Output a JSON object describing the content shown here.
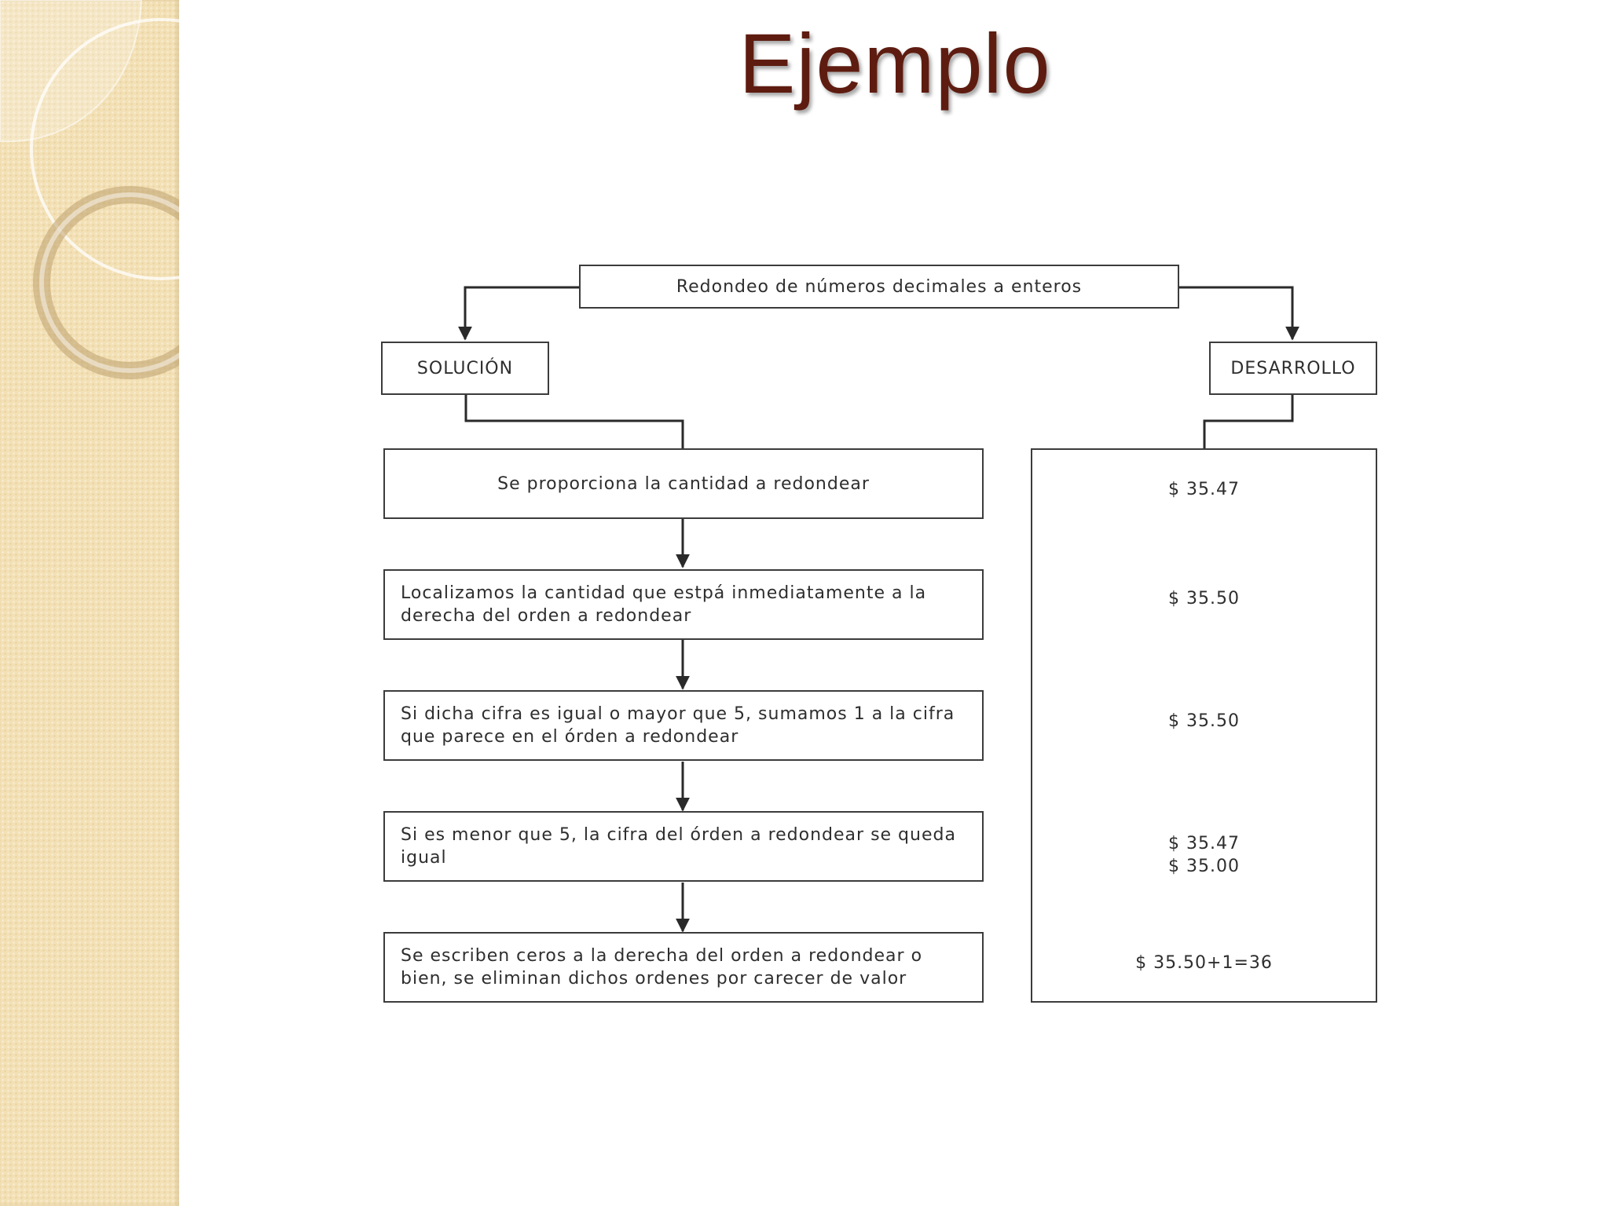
{
  "slide": {
    "title": "Ejemplo"
  },
  "diagram": {
    "root": "Redondeo de números decimales a enteros",
    "left_branch": "SOLUCIÓN",
    "right_branch": "DESARROLLO",
    "steps": [
      "Se proporciona la cantidad a redondear",
      "Localizamos la cantidad que estpá inmediatamente a la derecha del orden a redondear",
      "Si dicha cifra es igual o mayor que 5, sumamos 1 a la cifra que parece en el órden a redondear",
      "Si es menor que 5, la cifra del órden a redondear se queda igual",
      "Se escriben ceros a la derecha del orden a redondear o bien, se eliminan dichos ordenes por carecer de valor"
    ],
    "development_values": [
      "$ 35.47",
      "$ 35.50",
      "$ 35.50",
      "$ 35.47",
      "$ 35.00",
      "$ 35.50+1=36"
    ]
  },
  "colors": {
    "title": "#5e1c10",
    "sidebar": "#f3e0b5",
    "box_border": "#3c3c3c",
    "text": "#2e2e2e"
  }
}
